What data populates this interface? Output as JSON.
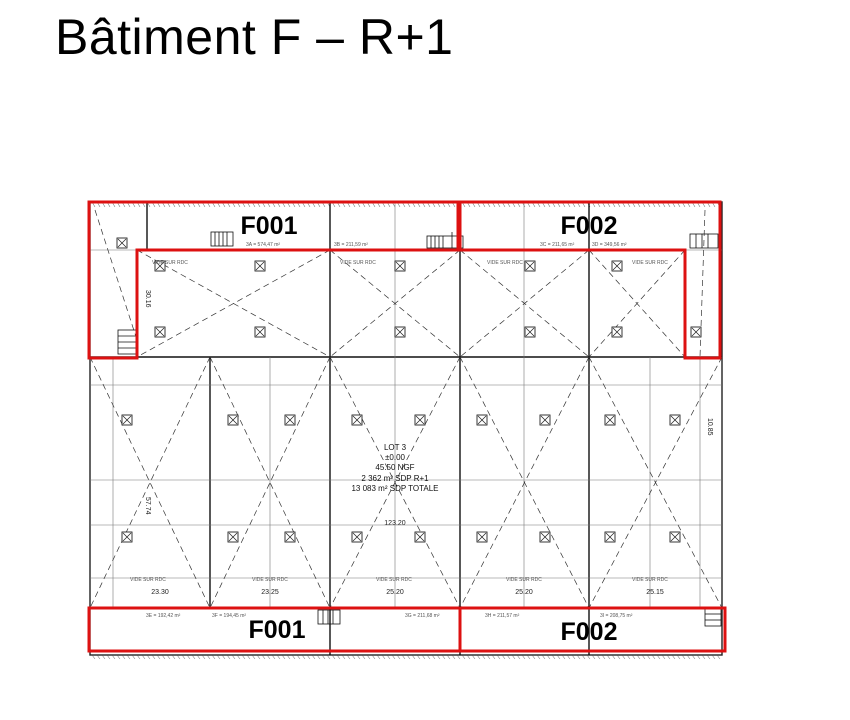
{
  "title": "Bâtiment F – R+1",
  "zones": {
    "f001_top": "F001",
    "f002_top": "F002",
    "f001_bottom": "F001",
    "f002_bottom": "F002"
  },
  "unit_labels": {
    "u3a": "3A = 574,47 m²",
    "u3b": "3B = 211,59 m²",
    "u3c": "3C = 211,65 m²",
    "u3d": "3D = 349,56 m²",
    "u3e": "3E = 192,42 m²",
    "u3f": "3F = 194,45 m²",
    "u3g": "3G = 211,68 m²",
    "u3h": "3H = 211,57 m²",
    "u3i": "3I = 208,75 m²"
  },
  "lot": {
    "line1": "LOT 3",
    "line2": "±0.00",
    "line3": "45.50 NGF",
    "line4": "2 362 m² SDP R+1",
    "line5": "13 083 m² SDP TOTALE"
  },
  "dimensions": {
    "d1": "23.30",
    "d2": "23.25",
    "d3": "25.20",
    "d4": "25.20",
    "d5": "25.15",
    "total": "123.20",
    "left_top": "30.16",
    "left_mid": "57.74",
    "right": "10.85"
  },
  "void_label": "VIDE SUR RDC",
  "colors": {
    "outline": "#dd1111",
    "lines": "#222222"
  }
}
